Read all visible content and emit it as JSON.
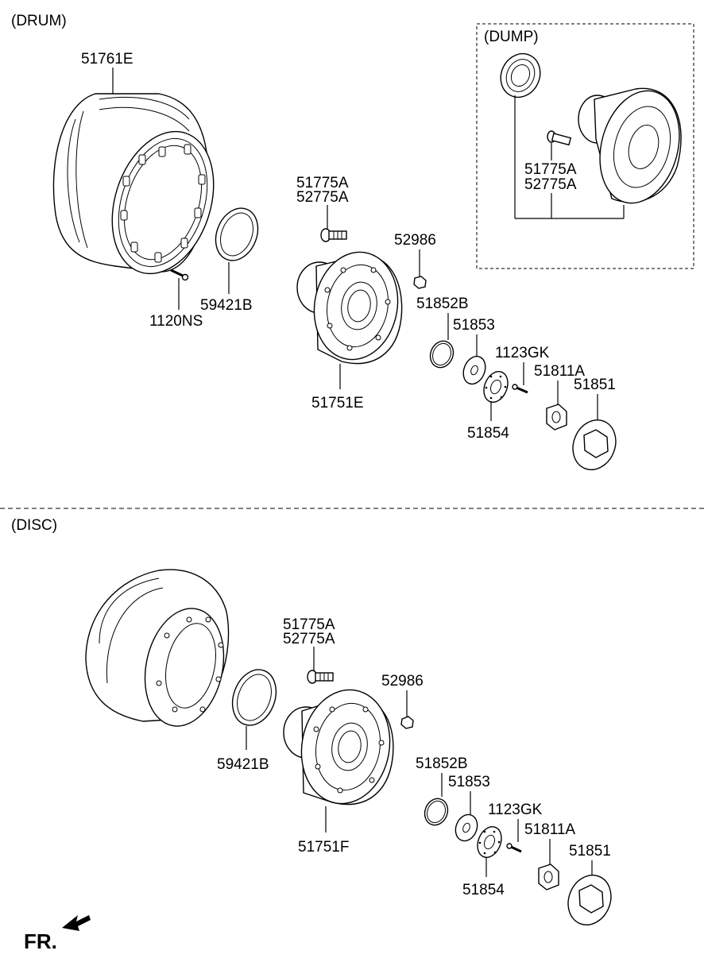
{
  "sections": {
    "drum": "(DRUM)",
    "dump": "(DUMP)",
    "disc": "(DISC)"
  },
  "orientation": "FR.",
  "icons": {
    "front_arrow": "arrow-icon"
  },
  "drum_labels": {
    "p51761E": "51761E",
    "p1120NS": "1120NS",
    "p59421B": "59421B",
    "p51775A": "51775A",
    "p52775A": "52775A",
    "p52986": "52986",
    "p51852B": "51852B",
    "p51853": "51853",
    "p1123GK": "1123GK",
    "p51811A": "51811A",
    "p51851": "51851",
    "p51854": "51854",
    "p51751E": "51751E"
  },
  "dump_labels": {
    "p51775A": "51775A",
    "p52775A": "52775A"
  },
  "disc_labels": {
    "p51775A": "51775A",
    "p52775A": "52775A",
    "p52986": "52986",
    "p59421B": "59421B",
    "p51852B": "51852B",
    "p51853": "51853",
    "p1123GK": "1123GK",
    "p51811A": "51811A",
    "p51851": "51851",
    "p51854": "51854",
    "p51751F": "51751F"
  }
}
